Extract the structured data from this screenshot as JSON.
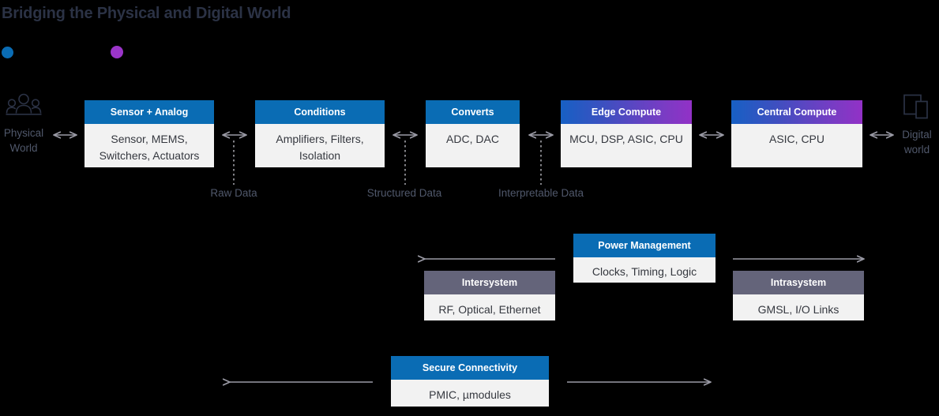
{
  "page": {
    "title": "Bridging the Physical and Digital World",
    "title_color": "#2b3245",
    "background": "#000000"
  },
  "decor": {
    "dot_blue_color": "#0a6cb4",
    "dot_purple_color": "#9b35c9"
  },
  "endpoints": [
    {
      "key": "physical",
      "label": "Physical World",
      "icon": "people-icon"
    },
    {
      "key": "digital",
      "label": "Digital world",
      "icon": "devices-icon"
    }
  ],
  "nodes": {
    "sensor": {
      "header": "Sensor + Analog",
      "body": "Sensor, MEMS, Switchers, Actuators",
      "header_color": "#0a6cb4"
    },
    "conditions": {
      "header": "Conditions",
      "body": "Amplifiers, Filters, Isolation",
      "header_color": "#0a6cb4"
    },
    "converts": {
      "header": "Converts",
      "body": "ADC, DAC",
      "header_color": "#0a6cb4"
    },
    "edge": {
      "header": "Edge Compute",
      "body": "MCU, DSP, ASIC, CPU",
      "header_color": "gradient-blue-purple"
    },
    "central": {
      "header": "Central Compute",
      "body": "ASIC, CPU",
      "header_color": "gradient-blue-purple"
    },
    "power": {
      "header": "Power Management",
      "body": "Clocks, Timing, Logic",
      "header_color": "#0a6cb4"
    },
    "intersystem": {
      "header": "Intersystem",
      "body": "RF, Optical, Ethernet",
      "header_color": "#64647a"
    },
    "intrasystem": {
      "header": "Intrasystem",
      "body": "GMSL, I/O Links",
      "header_color": "#64647a"
    },
    "secure": {
      "header": "Secure Connectivity",
      "body": "PMIC, µmodules",
      "header_color": "#0a6cb4"
    }
  },
  "flow_labels": {
    "raw": "Raw Data",
    "structured": "Structured Data",
    "interpretable": "Interpretable Data"
  },
  "connectors": {
    "arrow_color": "#9a9aa5",
    "dotted_color": "#c9c9d0"
  }
}
